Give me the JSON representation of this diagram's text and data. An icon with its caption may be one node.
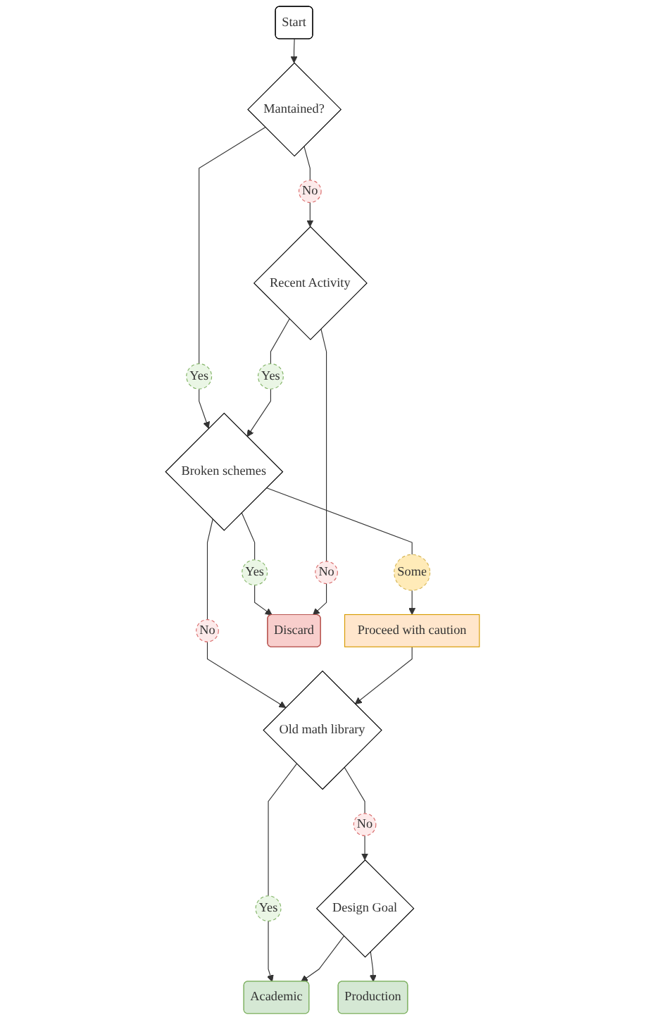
{
  "diagram": {
    "nodes": [
      {
        "text": [
          "Start"
        ]
      },
      {
        "text": [
          "Mantained?"
        ]
      },
      {
        "text": [
          "Yes"
        ]
      },
      {
        "text": [
          "No"
        ]
      },
      {
        "text": [
          "Broken schemes"
        ]
      },
      {
        "text": [
          "Yes"
        ]
      },
      {
        "text": [
          "Recent Activity"
        ]
      },
      {
        "text": [
          "Yes"
        ]
      },
      {
        "text": [
          "No"
        ]
      },
      {
        "text": [
          "Some"
        ]
      },
      {
        "text": [
          "No"
        ]
      },
      {
        "text": [
          "Discard"
        ]
      },
      {
        "text": [
          "Proceed with caution"
        ]
      },
      {
        "text": [
          "Old math library"
        ]
      },
      {
        "text": [
          "Yes"
        ]
      },
      {
        "text": [
          "Academic"
        ]
      },
      {
        "text": [
          "No"
        ]
      },
      {
        "text": [
          "Design Goal"
        ]
      },
      {
        "text": [
          "Production"
        ]
      }
    ],
    "edges": [
      {
        "from": 0,
        "to": 1,
        "arrow": "to"
      },
      {
        "from": 1,
        "to": 2,
        "arrow": "none"
      },
      {
        "from": 2,
        "to": 4,
        "arrow": "to"
      },
      {
        "from": 1,
        "to": 3,
        "arrow": "none"
      },
      {
        "from": 3,
        "to": 6,
        "arrow": "to"
      },
      {
        "from": 6,
        "to": 5,
        "arrow": "none"
      },
      {
        "from": 5,
        "to": 4,
        "arrow": "to"
      },
      {
        "from": 4,
        "to": 7,
        "arrow": "none"
      },
      {
        "from": 7,
        "to": 11,
        "arrow": "to"
      },
      {
        "from": 6,
        "to": 10,
        "arrow": "none"
      },
      {
        "from": 10,
        "to": 11,
        "arrow": "to"
      },
      {
        "from": 4,
        "to": 8,
        "arrow": "none"
      },
      {
        "from": 8,
        "to": 13,
        "arrow": "to"
      },
      {
        "from": 4,
        "to": 9,
        "arrow": "none"
      },
      {
        "from": 9,
        "to": 12,
        "arrow": "to"
      },
      {
        "from": 12,
        "to": 13,
        "arrow": "to"
      },
      {
        "from": 13,
        "to": 14,
        "arrow": "none"
      },
      {
        "from": 14,
        "to": 15,
        "arrow": "to"
      },
      {
        "from": 13,
        "to": 16,
        "arrow": "none"
      },
      {
        "from": 16,
        "to": 17,
        "arrow": "to"
      },
      {
        "from": 17,
        "to": 15,
        "arrow": "to"
      },
      {
        "from": 17,
        "to": 18,
        "arrow": "to"
      }
    ]
  }
}
